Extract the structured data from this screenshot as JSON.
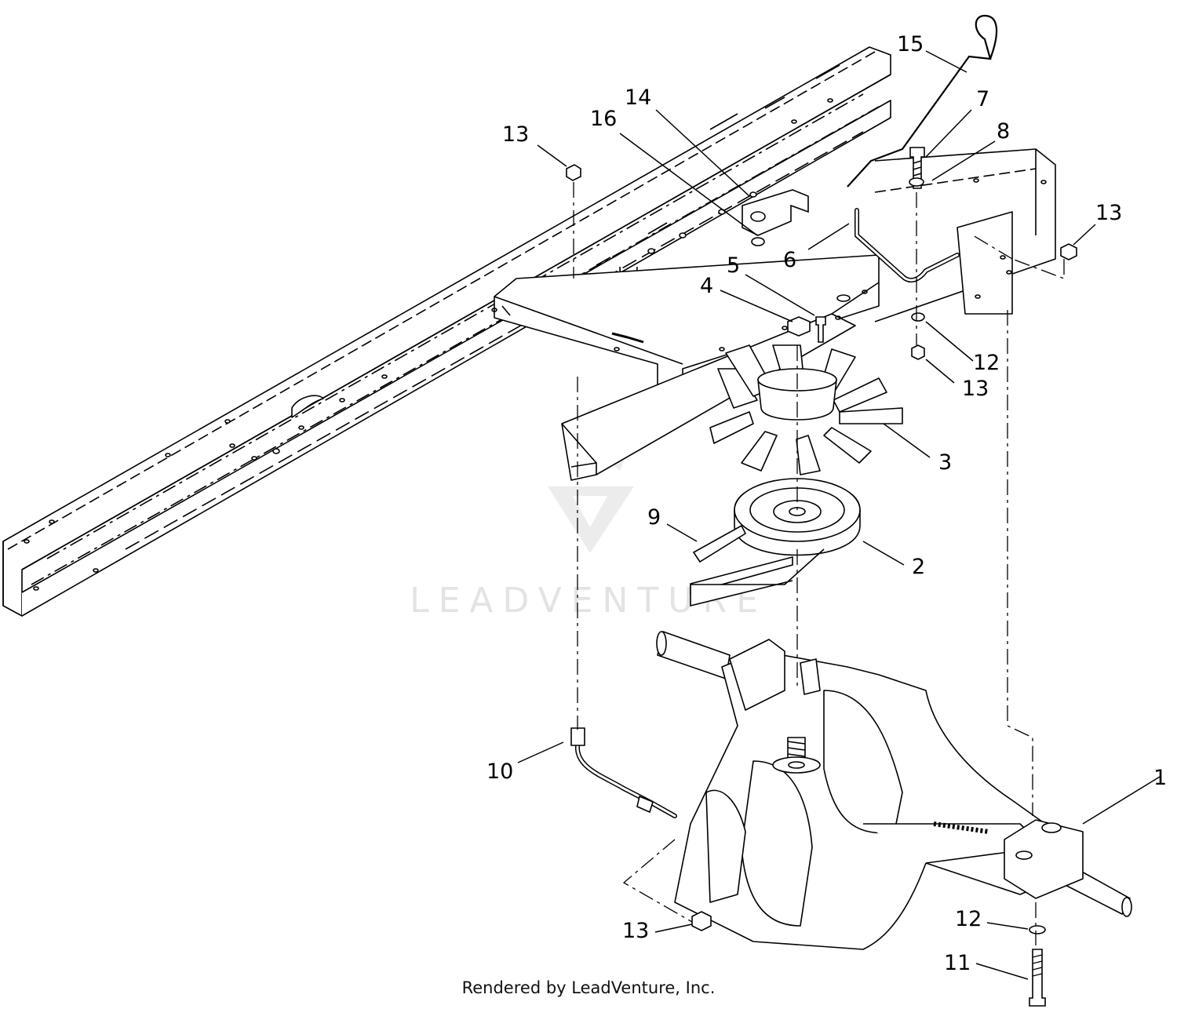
{
  "watermark": {
    "text": "LEADVENTURE"
  },
  "footer": {
    "text": "Rendered by LeadVenture, Inc."
  },
  "callouts": [
    {
      "id": "c15",
      "label": "15"
    },
    {
      "id": "c14",
      "label": "14"
    },
    {
      "id": "c16",
      "label": "16"
    },
    {
      "id": "c13a",
      "label": "13"
    },
    {
      "id": "c7",
      "label": "7"
    },
    {
      "id": "c8",
      "label": "8"
    },
    {
      "id": "c13b",
      "label": "13"
    },
    {
      "id": "c6",
      "label": "6"
    },
    {
      "id": "c5",
      "label": "5"
    },
    {
      "id": "c4",
      "label": "4"
    },
    {
      "id": "c12a",
      "label": "12"
    },
    {
      "id": "c13c",
      "label": "13"
    },
    {
      "id": "c3",
      "label": "3"
    },
    {
      "id": "c9",
      "label": "9"
    },
    {
      "id": "c2",
      "label": "2"
    },
    {
      "id": "c10",
      "label": "10"
    },
    {
      "id": "c1",
      "label": "1"
    },
    {
      "id": "c12b",
      "label": "12"
    },
    {
      "id": "c13d",
      "label": "13"
    },
    {
      "id": "c11",
      "label": "11"
    }
  ]
}
